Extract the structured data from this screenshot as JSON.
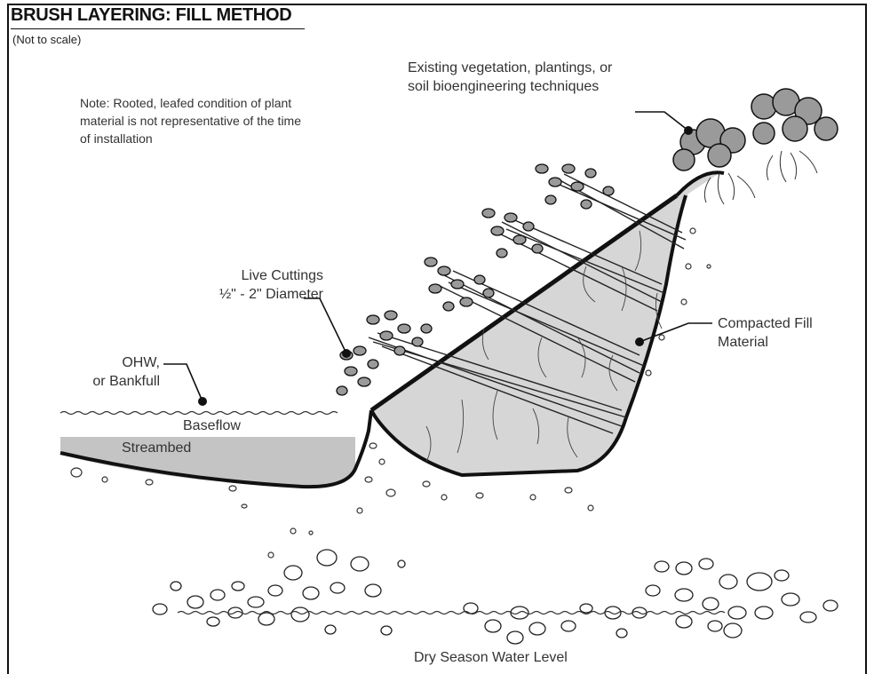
{
  "diagram": {
    "title": "BRUSH LAYERING: FILL METHOD",
    "subtitle": "(Not to scale)",
    "note": "Note: Rooted, leafed condition of plant material is not representative of the time of installation",
    "labels": {
      "existing_vegetation": "Existing vegetation, plantings, or soil bioengineering techniques",
      "live_cuttings_line1": "Live  Cuttings",
      "live_cuttings_line2": "½\" - 2\" Diameter",
      "ohw_line1": "OHW,",
      "ohw_line2": "or Bankfull",
      "baseflow": "Baseflow",
      "streambed": "Streambed",
      "compacted_fill_line1": "Compacted Fill",
      "compacted_fill_line2": "Material",
      "dry_season": "Dry Season Water Level"
    },
    "colors": {
      "ink": "#111111",
      "fill_gray": "#d6d6d6",
      "streambed_gray": "#c4c4c4",
      "leaf_gray": "#9a9a9a"
    }
  }
}
